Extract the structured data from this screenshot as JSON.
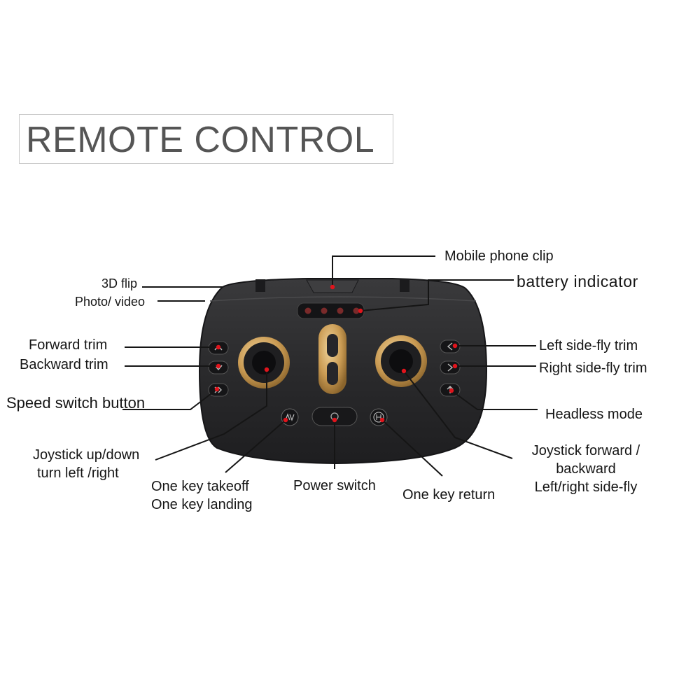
{
  "title": "REMOTE CONTROL",
  "labels": {
    "mobile_phone_clip": "Mobile phone clip",
    "battery_indicator": "battery indicator",
    "flip_3d": "3D flip",
    "photo_video": "Photo/ video",
    "forward_trim": "Forward trim",
    "backward_trim": "Backward trim",
    "speed_switch": "Speed switch button",
    "left_side_fly_trim": "Left side-fly trim",
    "right_side_fly_trim": "Right side-fly trim",
    "headless_mode": "Headless mode",
    "joystick_left_line1": "Joystick up/down",
    "joystick_left_line2": "turn left /right",
    "one_key_takeoff_line1": "One key takeoff",
    "one_key_takeoff_line2": "One key landing",
    "power_switch": "Power switch",
    "one_key_return": "One key return",
    "joystick_right_line1": "Joystick forward /",
    "joystick_right_line2": "backward",
    "joystick_right_line3": "Left/right side-fly"
  },
  "colors": {
    "body": "#2b2b2d",
    "gold": "#c99a52",
    "pointer_dot": "#e0141c",
    "leader_line": "#151515"
  }
}
